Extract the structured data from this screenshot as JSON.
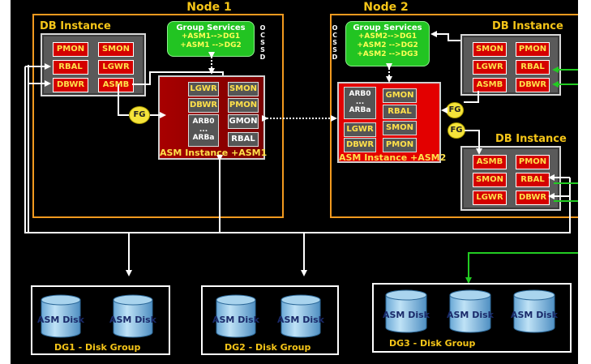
{
  "nodes": [
    {
      "title": "Node 1"
    },
    {
      "title": "Node 2"
    }
  ],
  "node1": {
    "db_title": "DB Instance",
    "db_procs": [
      "PMON",
      "SMON",
      "RBAL",
      "LGWR",
      "DBWR",
      "ASMB"
    ],
    "gs_title": "Group Services",
    "gs_lines": [
      "+ASM1-->DG1",
      "+ASM1 -->DG2"
    ],
    "ocssd": "OCSSD",
    "fg": "FG",
    "asm_procs": [
      "LGWR",
      "SMON",
      "DBWR",
      "PMON",
      "GMON",
      "RBAL"
    ],
    "arb_lines": [
      "ARB0",
      "...",
      "ARBa"
    ],
    "asm_label": "ASM Instance +ASM1"
  },
  "node2": {
    "db1_title": "DB Instance",
    "db1_procs": [
      "SMON",
      "PMON",
      "LGWR",
      "RBAL",
      "ASMB",
      "DBWR"
    ],
    "db2_title": "DB Instance",
    "db2_procs": [
      "ASMB",
      "PMON",
      "SMON",
      "RBAL",
      "LGWR",
      "DBWR"
    ],
    "gs_title": "Group Services",
    "gs_lines": [
      "+ASM2-->DG1",
      "+ASM2 -->DG2",
      "+ASM2 -->DG3"
    ],
    "ocssd": "OCSSD",
    "fg1": "FG",
    "fg2": "FG",
    "asm_procs": [
      "GMON",
      "RBAL",
      "LGWR",
      "SMON",
      "DBWR",
      "PMON"
    ],
    "arb_lines": [
      "ARB0",
      "...",
      "ARBa"
    ],
    "asm_label": "ASM Instance +ASM2"
  },
  "disk_groups": [
    {
      "disks": [
        "ASM Disk",
        "ASM Disk"
      ],
      "label": "DG1 - Disk Group"
    },
    {
      "disks": [
        "ASM Disk",
        "ASM Disk"
      ],
      "label": "DG2 - Disk Group"
    },
    {
      "disks": [
        "ASM Disk",
        "ASM Disk",
        "ASM Disk"
      ],
      "label": "DG3 - Disk Group"
    }
  ],
  "colors": {
    "background": "#000000",
    "node_border": "#f29a1f",
    "title": "#f5c518",
    "process_red": "#d40000",
    "group_services": "#22c422",
    "link_white": "#ffffff",
    "link_green": "#22cc22",
    "disk": "#8fc6e6"
  }
}
